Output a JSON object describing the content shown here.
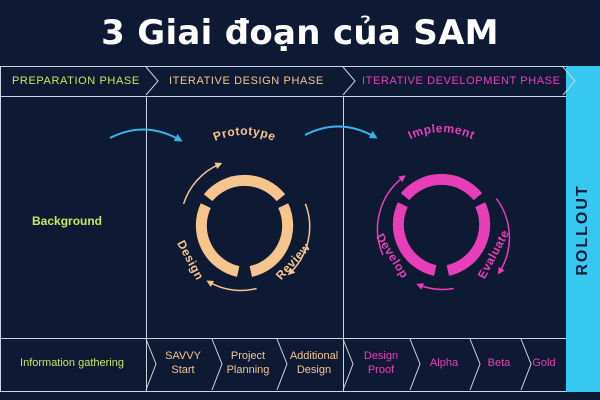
{
  "title": "3 Giai đoạn của SAM",
  "phases": {
    "preparation": "PREPARATION PHASE",
    "design": "ITERATIVE DESIGN PHASE",
    "development": "ITERATIVE DEVELOPMENT PHASE",
    "rollout": "ROLLOUT"
  },
  "preparation": {
    "background": "Background",
    "information": "Information gathering"
  },
  "design_cycle": {
    "top": "Prototype",
    "right": "Review",
    "left": "Design"
  },
  "development_cycle": {
    "top": "Implement",
    "right": "Evaluate",
    "left": "Develop"
  },
  "design_steps": [
    "SAVVY\nStart",
    "Project\nPlanning",
    "Additional\nDesign"
  ],
  "development_steps": [
    "Design\nProof",
    "Alpha",
    "Beta",
    "Gold"
  ],
  "colors": {
    "background": "#0e1a34",
    "preparation": "#c6ea5a",
    "design": "#f6c58e",
    "development": "#e83fb8",
    "rollout": "#36c8f0",
    "arrow": "#36b6e8",
    "border": "#c9d4e6"
  }
}
